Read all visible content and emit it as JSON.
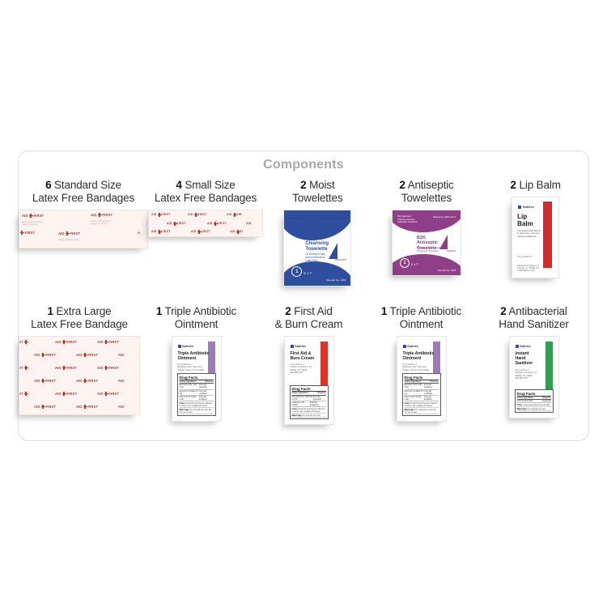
{
  "panel": {
    "title": "Components",
    "border_color": "#dddddd",
    "title_color": "#a8a8a8"
  },
  "rows": [
    {
      "items": [
        {
          "qty": "6",
          "name": "Standard Size",
          "name2": "Latex Free Bandages",
          "art": "bandage-strip-standard",
          "brand": "AID FIRST",
          "brand_color": "#c9302c",
          "fine_print": "Sterile perforated cotton wrapper is opened in damage"
        },
        {
          "qty": "4",
          "name": "Small Size",
          "name2": "Latex Free Bandages",
          "art": "bandage-strip-small",
          "brand": "AID FIRST",
          "brand_color": "#c9302c",
          "fine_print": "Sterile perforated cotton wrapper is opened in damage"
        },
        {
          "qty": "2",
          "name": "Moist",
          "name2": "Towelettes",
          "art": "moist-towelette-packet",
          "brand": "dynarex",
          "brand_color": "#2f4f9e",
          "title_line1": "Cleansing",
          "title_line2": "Towelette",
          "sub_line1": "for Perineal Care",
          "sub_line2": "and Incontinence",
          "sub_line3": "Latex Free",
          "top_left": "Made in China",
          "top_right": "Reference 1313 Unit 4.5",
          "badge": "1",
          "size": "5\" x 7\"",
          "code": "Reorder No. 1303"
        },
        {
          "qty": "2",
          "name": "Antiseptic",
          "name2": "Towelettes",
          "art": "antiseptic-towelette-packet",
          "brand": "dynarex",
          "brand_color": "#8e3f87",
          "title_line1": "BZK",
          "title_line2": "Antiseptic",
          "title_line3": "Towelette",
          "sub_line1": "Benzalkonium Chloride",
          "sub_line2": "Antiseptic Towelette",
          "top_left1": "Benzalkonium",
          "top_left2": "Chloride Solution",
          "top_left3": "Antiseptic Towelette",
          "top_right": "Reference 1303 Unit 4",
          "badge": "1",
          "size": "5\" x 7\"",
          "code": "Reorder No. 1303"
        },
        {
          "qty": "2",
          "name": "Lip Balm",
          "name2": "",
          "art": "lip-balm-packet",
          "brand": "Safetec",
          "brand_color": "#d42a2a",
          "title_line1": "Lip",
          "title_line2": "Balm",
          "desc": "Formulated with Vitamin E, Aloe Vera, and other natural conditioners",
          "net": "0.5 g (0.015 oz.)",
          "footer": "Distributed by Safetec of America, Inc. Buffalo, NY 14206  Made in USA"
        }
      ]
    },
    {
      "items": [
        {
          "qty": "1",
          "name": "Extra Large",
          "name2": "Latex Free Bandage",
          "art": "bandage-pad-xl",
          "brand": "AID FIRST",
          "brand_color": "#c9302c",
          "fine_print": "Sterile perforated cotton wrapper is opened in damage"
        },
        {
          "qty": "1",
          "name": "Triple Antibiotic",
          "name2": "Ointment",
          "art": "safetec-sachet-ointment",
          "brand": "Safetec",
          "band_color": "#9b7cb8",
          "title_line1": "Triple Antibiotic",
          "title_line2": "Ointment",
          "net": "0.9 g (1/32 oz.)",
          "meta1": "Bacitracin Zinc, Neomycin",
          "meta2": "Sulfate, Polymyxin B Sulfate",
          "facts_title": "Drug Facts",
          "facts_rows": [
            {
              "left": "Active ingredient",
              "right": "Purpose"
            },
            {
              "left": "Bacitracin Zinc 400 units",
              "right": "First aid antibiotic"
            },
            {
              "left": "Neomycin Sulfate 3.5 mg",
              "right": "First aid antibiotic"
            },
            {
              "left": "Polymyxin B 5,000 units",
              "right": "First aid antibiotic"
            }
          ],
          "uses_label": "Uses",
          "uses_text": "first aid to help prevent infection in minor cuts, scrapes and burns",
          "warn_label": "Warnings",
          "warn_text": "For external use only. Do not use in eyes."
        },
        {
          "qty": "2",
          "name": "First Aid",
          "name2": "& Burn Cream",
          "art": "safetec-sachet-burn-cream",
          "brand": "Safetec",
          "band_color": "#e03127",
          "title_line1": "First Aid &",
          "title_line2": "Burn Cream",
          "net": "0.9 g (1/32 oz.)",
          "meta1": "Safetec of America, Inc.",
          "meta2": "Buffalo, NY 14206",
          "meta3": "800-456-7077",
          "facts_title": "Drug Facts",
          "facts_rows": [
            {
              "left": "Active ingredient",
              "right": "Purpose"
            },
            {
              "left": "Benzalkonium Chloride 0.13%",
              "right": "First aid antiseptic"
            },
            {
              "left": "Lidocaine HCl 0.50%",
              "right": "External analgesic"
            }
          ],
          "uses_label": "Uses",
          "uses_text": "first aid to help prevent infection in minor cuts, scrapes and burns",
          "warn_label": "Warnings",
          "warn_text": "For external use only."
        },
        {
          "qty": "1",
          "name": "Triple Antibiotic",
          "name2": "Ointment",
          "art": "safetec-sachet-ointment",
          "brand": "Safetec",
          "band_color": "#9b7cb8",
          "title_line1": "Triple Antibiotic",
          "title_line2": "Ointment",
          "net": "0.9 g (1/32 oz.)",
          "meta1": "Bacitracin Zinc, Neomycin",
          "meta2": "Sulfate, Polymyxin B Sulfate",
          "facts_title": "Drug Facts",
          "facts_rows": [
            {
              "left": "Active ingredient",
              "right": "Purpose"
            },
            {
              "left": "Bacitracin Zinc 400 units",
              "right": "First aid antibiotic"
            },
            {
              "left": "Neomycin Sulfate 3.5 mg",
              "right": "First aid antibiotic"
            },
            {
              "left": "Polymyxin B 5,000 units",
              "right": "First aid antibiotic"
            }
          ],
          "uses_label": "Uses",
          "uses_text": "first aid to help prevent infection in minor cuts, scrapes and burns",
          "warn_label": "Warnings",
          "warn_text": "For external use only. Do not use in eyes."
        },
        {
          "qty": "2",
          "name": "Antibacterial",
          "name2": "Hand Sanitizer",
          "art": "safetec-sachet-hand-sanitizer",
          "brand": "Safetec",
          "band_color": "#2f9e4f",
          "title_line1": "Instant",
          "title_line2": "Hand",
          "title_line3": "Sanitizer",
          "net": "0.9 g (1/32 oz.)",
          "meta1": "Safetec of America, Inc.",
          "meta2": "Buffalo, NY 14206",
          "meta3": "800-456-7077",
          "facts_title": "Drug Facts",
          "facts_rows": [
            {
              "left": "Active ingredient",
              "right": "Purpose"
            },
            {
              "left": "Ethyl Alcohol 62%",
              "right": "Antiseptic"
            }
          ],
          "uses_label": "Uses",
          "uses_text": "to decrease bacteria on the skin",
          "warn_label": "Warnings",
          "warn_text": "For external use only."
        }
      ]
    }
  ]
}
